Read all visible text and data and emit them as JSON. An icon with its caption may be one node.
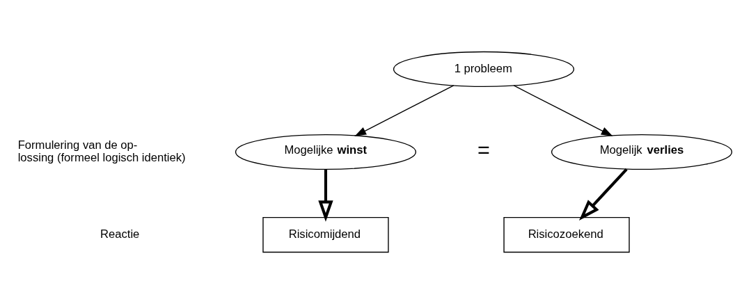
{
  "diagram": {
    "nodes": [
      {
        "text": [
          "1 probleem"
        ]
      },
      {
        "text": [
          "Mogelijke **winst**"
        ]
      },
      {
        "text": [
          "Mogelijk **verlies**"
        ]
      },
      {
        "text": [
          "Risicomijdend"
        ]
      },
      {
        "text": [
          "Risicozoekend"
        ]
      }
    ],
    "edges": [
      {
        "from": 0,
        "to": 1,
        "arrow": "to"
      },
      {
        "from": 0,
        "to": 2,
        "arrow": "to"
      },
      {
        "from": 1,
        "to": 3,
        "arrow": "to",
        "style": "thick"
      },
      {
        "from": 2,
        "to": 4,
        "arrow": "to",
        "style": "thick"
      }
    ],
    "labels": [
      "Formulering van de op- lossing (formeel logisch identiek)",
      "=",
      "Reactie"
    ]
  }
}
